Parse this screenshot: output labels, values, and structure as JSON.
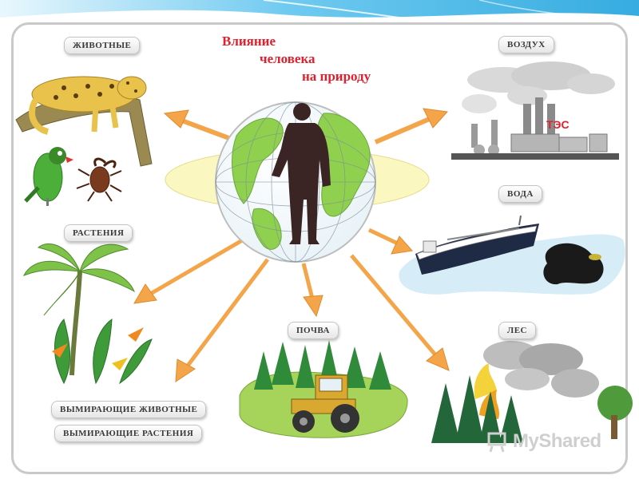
{
  "title": {
    "line1": "Влияние",
    "line2": "человека",
    "line3": "на природу"
  },
  "labels": {
    "animals": "ЖИВОТНЫЕ",
    "plants": "РАСТЕНИЯ",
    "extinct_animals": "ВЫМИРАЮЩИЕ ЖИВОТНЫЕ",
    "extinct_plants": "ВЫМИРАЮЩИЕ РАСТЕНИЯ",
    "soil": "ПОЧВА",
    "air": "ВОЗДУХ",
    "water": "ВОДА",
    "forest": "ЛЕС"
  },
  "power_plant_sign": "ТЭС",
  "watermark": "MyShared",
  "colors": {
    "title_red": "#e0202e",
    "arrow_orange": "#f4a54a",
    "globe_green": "#8fd14f",
    "border_gray": "#c9c9c9",
    "top_band": "#4fb9e6"
  }
}
